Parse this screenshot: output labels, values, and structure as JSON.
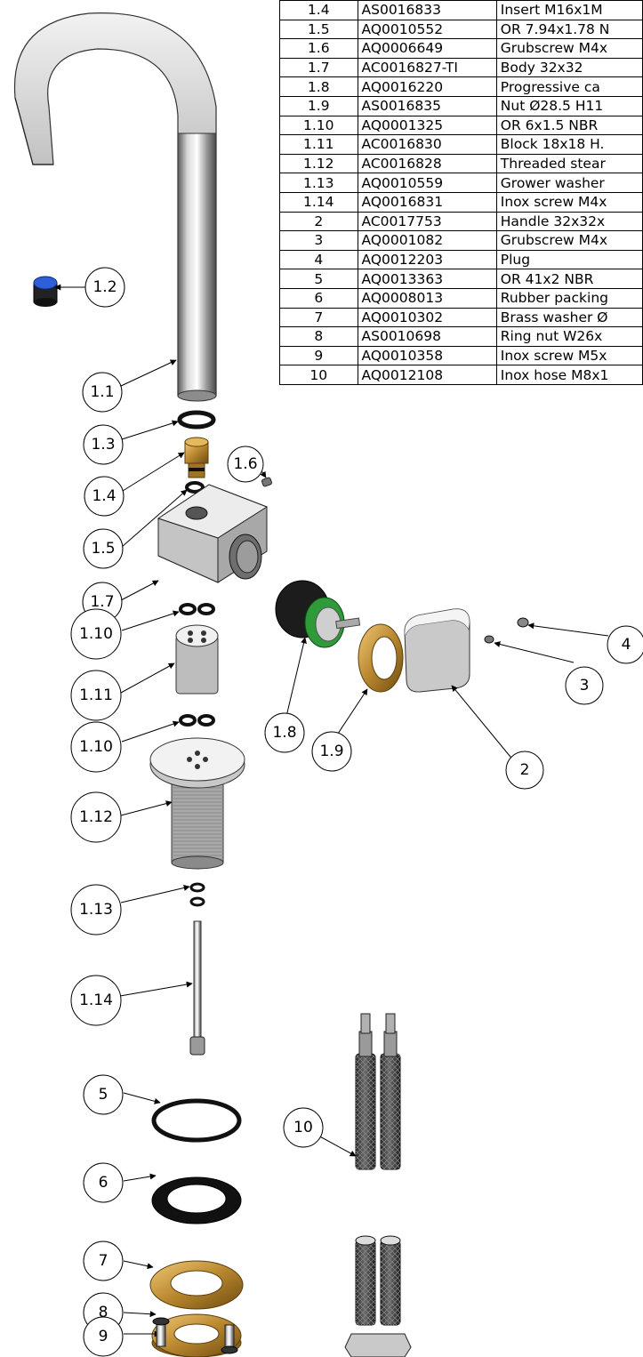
{
  "parts": [
    {
      "item": "1.4",
      "code": "AS0016833",
      "description": "Insert M16x1M"
    },
    {
      "item": "1.5",
      "code": "AQ0010552",
      "description": "OR 7.94x1.78 N"
    },
    {
      "item": "1.6",
      "code": "AQ0006649",
      "description": "Grubscrew M4x"
    },
    {
      "item": "1.7",
      "code": "AC0016827-TI",
      "description": "Body 32x32"
    },
    {
      "item": "1.8",
      "code": "AQ0016220",
      "description": "Progressive ca"
    },
    {
      "item": "1.9",
      "code": "AS0016835",
      "description": "Nut Ø28.5 H11"
    },
    {
      "item": "1.10",
      "code": "AQ0001325",
      "description": "OR 6x1.5 NBR"
    },
    {
      "item": "1.11",
      "code": "AC0016830",
      "description": "Block 18x18 H."
    },
    {
      "item": "1.12",
      "code": "AC0016828",
      "description": "Threaded stear"
    },
    {
      "item": "1.13",
      "code": "AQ0010559",
      "description": "Grower washer"
    },
    {
      "item": "1.14",
      "code": "AQ0016831",
      "description": "Inox screw M4x"
    },
    {
      "item": "2",
      "code": "AC0017753",
      "description": "Handle 32x32x"
    },
    {
      "item": "3",
      "code": "AQ0001082",
      "description": "Grubscrew M4x"
    },
    {
      "item": "4",
      "code": "AQ0012203",
      "description": "Plug"
    },
    {
      "item": "5",
      "code": "AQ0013363",
      "description": "OR 41x2 NBR"
    },
    {
      "item": "6",
      "code": "AQ0008013",
      "description": "Rubber packing"
    },
    {
      "item": "7",
      "code": "AQ0010302",
      "description": "Brass washer Ø"
    },
    {
      "item": "8",
      "code": "AS0010698",
      "description": "Ring nut W26x"
    },
    {
      "item": "9",
      "code": "AQ0010358",
      "description": "Inox screw M5x"
    },
    {
      "item": "10",
      "code": "AQ0012108",
      "description": "Inox hose M8x1"
    }
  ],
  "callouts": {
    "c1_1": "1.1",
    "c1_2": "1.2",
    "c1_3": "1.3",
    "c1_4": "1.4",
    "c1_5": "1.5",
    "c1_6": "1.6",
    "c1_7": "1.7",
    "c1_8": "1.8",
    "c1_9": "1.9",
    "c1_10a": "1.10",
    "c1_10b": "1.10",
    "c1_11": "1.11",
    "c1_12": "1.12",
    "c1_13": "1.13",
    "c1_14": "1.14",
    "c2": "2",
    "c3": "3",
    "c4": "4",
    "c5": "5",
    "c6": "6",
    "c7": "7",
    "c8": "8",
    "c9": "9",
    "c10": "10"
  },
  "colors": {
    "chrome": "#c9c9c9",
    "brass": "#b8862e",
    "rubber": "#1a1a1a",
    "aerator_blue": "#2f5fd6",
    "cartridge_green": "#2f9a3a"
  }
}
